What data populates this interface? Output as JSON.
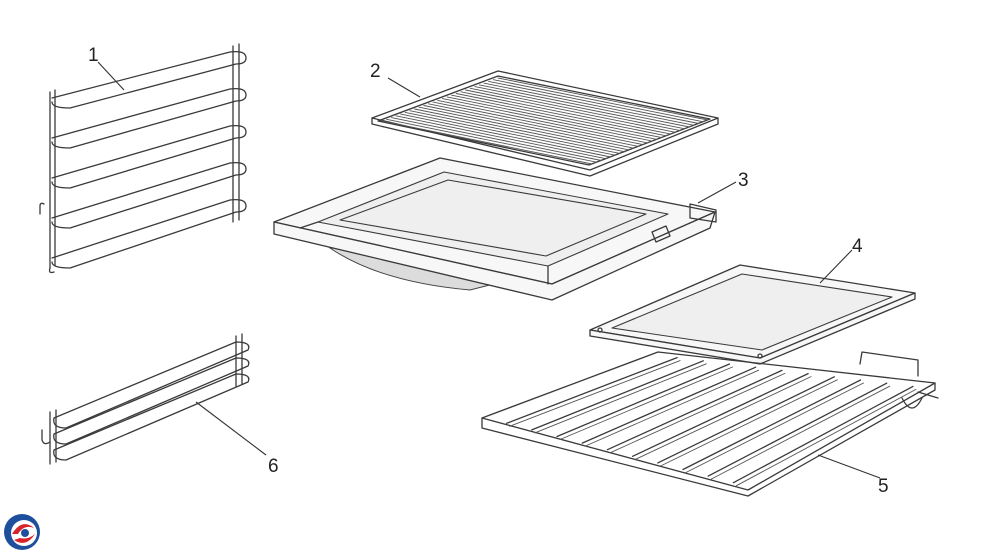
{
  "callouts": {
    "c1": "1",
    "c2": "2",
    "c3": "3",
    "c4": "4",
    "c5": "5",
    "c6": "6"
  },
  "logo": {
    "icon": "brand-swirl-logo-icon",
    "colors": [
      "#1d4f9c",
      "#d8232a"
    ]
  },
  "colors": {
    "line": "#3a3a3a",
    "background": "#ffffff"
  }
}
